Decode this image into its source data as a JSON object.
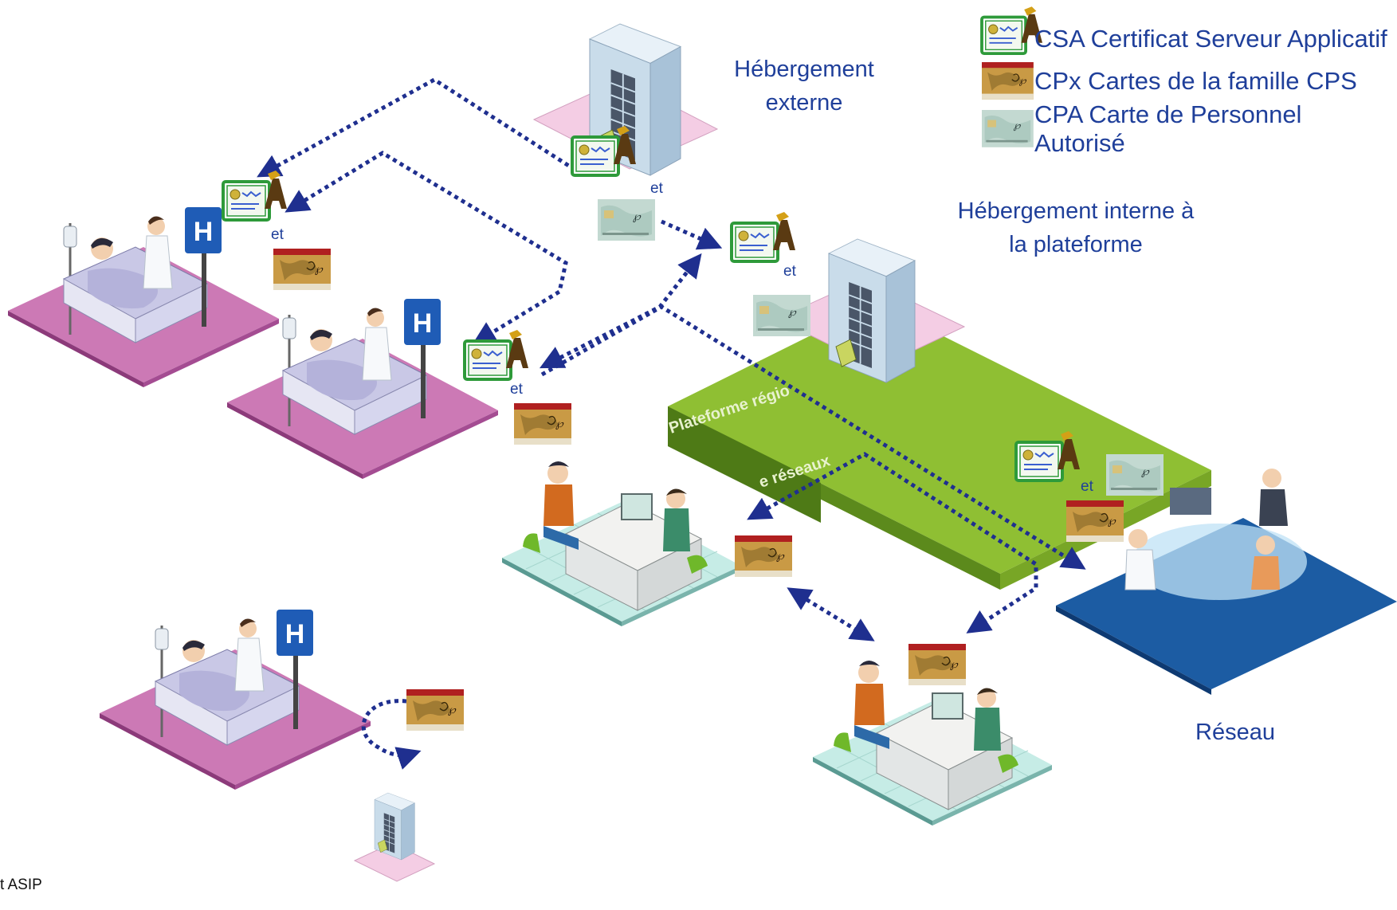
{
  "legend": {
    "csa": "CSA Certificat Serveur Applicatif",
    "cpx": "CPx Cartes de la famille CPS",
    "cpa": "CPA Carte de Personnel Autorisé"
  },
  "labels": {
    "hebergement_externe": "Hébergement externe",
    "hebergement_interne": "Hébergement interne à la plateforme",
    "reseau": "Réseau",
    "et": "et",
    "platform_sign_part1": "Plateforme régio",
    "platform_sign_part2": "e réseaux",
    "footer": "t ASIP"
  },
  "icons": {
    "csa": "certificate-icon",
    "cpx": "cps-card-icon",
    "cpa": "cpa-card-icon",
    "server": "server-tower-icon",
    "hospital": "hospital-sign-icon"
  },
  "colors": {
    "arrow": "#1f2f8f",
    "label": "#1f3f9a",
    "hospital_floor": "#cc79b5",
    "clinic_floor": "#c6ece6",
    "network_floor": "#1c5ca3",
    "platform": "#8fbf33",
    "server_pad": "#f4cde4"
  }
}
